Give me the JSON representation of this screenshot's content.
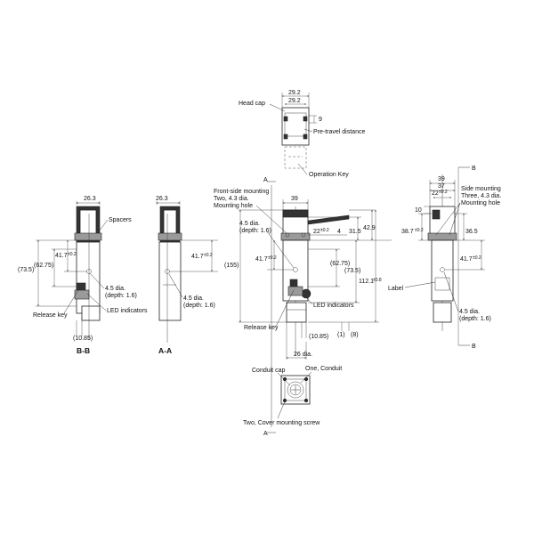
{
  "top_view": {
    "dim_top": "29.2",
    "dim_top_inner": "29.2",
    "dim_9": "9",
    "label_head_cap": "Head cap",
    "label_pretravel": "Pre-travel distance",
    "label_operation_key": "Operation Key"
  },
  "section_bb": {
    "caption": "B-B",
    "dim_width": "26.3",
    "dim_outer": "(73.5)",
    "dim_mid": "(62.75)",
    "dim_hole": "41.7",
    "tol_hole": "±0.2",
    "dim_bottom": "(10.85)",
    "label_spacers": "Spacers",
    "label_hole": "4.5 dia.",
    "label_depth": "(depth: 1.6)",
    "label_release": "Release key",
    "label_led": "LED indicators"
  },
  "section_aa": {
    "caption": "A-A",
    "dim_width": "26.3",
    "dim_hole": "41.7",
    "tol_hole": "±0.2",
    "label_hole": "4.5 dia.",
    "label_depth": "(depth: 1.6)"
  },
  "front_view": {
    "section_mark": "A",
    "dim_width": "39",
    "dim_22": "22",
    "tol_22": "±0.2",
    "dim_4": "4",
    "dim_315": "31.5",
    "dim_429": "42.9",
    "dim_155": "(155)",
    "dim_hole": "41.7",
    "tol_hole": "±0.2",
    "dim_6275": "(62.75)",
    "dim_735": "(73.5)",
    "dim_1121": "112.1",
    "tol_1121": "±0.8",
    "dim_1085": "(10.85)",
    "dim_1": "(1)",
    "dim_8": "(8)",
    "dim_26": "26 dia.",
    "label_mount_1": "Front-side mounting",
    "label_mount_2": "Two, 4.3 dia.",
    "label_mount_3": "Mounting hole",
    "label_hole": "4.5 dia.",
    "label_depth": "(depth: 1.6)",
    "label_led": "LED indicators",
    "label_release": "Release key"
  },
  "side_view": {
    "section_mark": "B",
    "dim_39": "39",
    "dim_37": "37",
    "dim_22": "22",
    "tol_22": "±0.2",
    "dim_10": "10",
    "dim_387": "38.7",
    "tol_387": "±0.2",
    "dim_365": "36.5",
    "dim_hole": "41.7",
    "tol_hole": "±0.2",
    "label_side_1": "Side mounting",
    "label_side_2": "Three, 4.3 dia.",
    "label_side_3": "Mounting hole",
    "label_label": "Label",
    "label_hole": "4.5 dia.",
    "label_depth": "(depth: 1.6)"
  },
  "bottom_view": {
    "label_conduit_cap": "Conduit cap",
    "label_conduit": "One, Conduit",
    "label_screw": "Two, Cover mounting screw"
  }
}
